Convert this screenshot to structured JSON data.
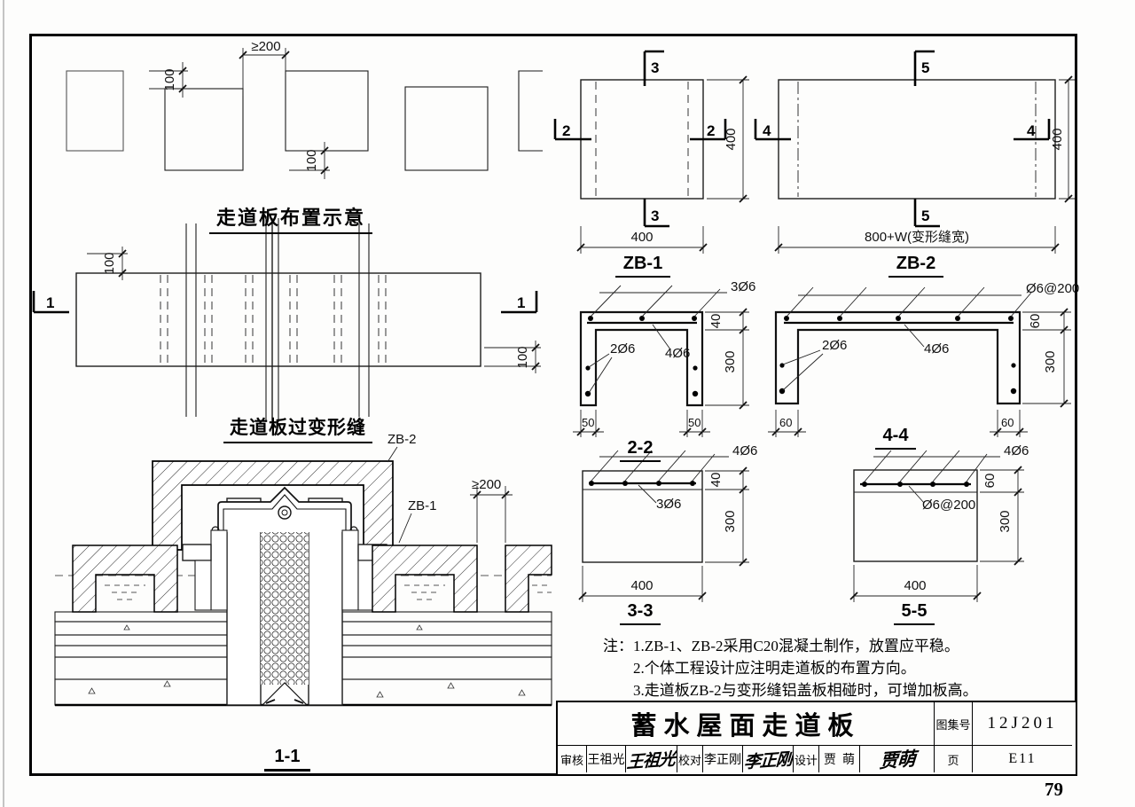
{
  "page": {
    "number": "79"
  },
  "plans": {
    "layout": {
      "title": "走道板布置示意",
      "dim_gap": "≥200",
      "dim_offset": "100"
    },
    "joint": {
      "title": "走道板过变形缝",
      "mark": "1",
      "dim_offset": "100"
    },
    "zb1": {
      "title": "ZB-1",
      "mark_side": "2",
      "mark_end": "3",
      "dim_w": "400",
      "dim_h": "400"
    },
    "zb2": {
      "title": "ZB-2",
      "mark_side": "4",
      "mark_end": "5",
      "dim_w": "800+W(变形缝宽)",
      "dim_h": "400"
    }
  },
  "sections": {
    "s22": {
      "title": "2-2",
      "bar_top": "3Ø6",
      "bar_leg": "2Ø6",
      "bar_slab": "4Ø6",
      "dim_t": "40",
      "dim_h": "300",
      "dim_leg": "50"
    },
    "s44": {
      "title": "4-4",
      "bar_top": "Ø6@200",
      "bar_leg": "2Ø6",
      "bar_slab": "4Ø6",
      "dim_t": "60",
      "dim_h": "300",
      "dim_leg": "60"
    },
    "s33": {
      "title": "3-3",
      "bar_top": "4Ø6",
      "bar_slab": "3Ø6",
      "dim_t": "40",
      "dim_h": "300",
      "dim_w": "400"
    },
    "s55": {
      "title": "5-5",
      "bar_top": "4Ø6",
      "bar_slab": "Ø6@200",
      "dim_t": "60",
      "dim_h": "300",
      "dim_w": "400"
    },
    "s11": {
      "title": "1-1",
      "label_zb2": "ZB-2",
      "label_zb1": "ZB-1",
      "dim_gap": "≥200"
    }
  },
  "notes": {
    "prefix": "注：",
    "items": [
      "1.ZB-1、ZB-2采用C20混凝土制作，放置应平稳。",
      "2.个体工程设计应注明走道板的布置方向。",
      "3.走道板ZB-2与变形缝铝盖板相碰时，可增加板高。"
    ]
  },
  "titleblock": {
    "title": "蓄水屋面走道板",
    "atlas_label": "图集号",
    "atlas_no": "12J201",
    "page_label": "页",
    "page_no": "E11",
    "review_label": "审核",
    "review_name": "王祖光",
    "review_sig": "王祖光",
    "check_label": "校对",
    "check_name": "李正刚",
    "check_sig": "李正刚",
    "design_label": "设计",
    "design_name": "贾  萌",
    "design_sig": "贾萌"
  }
}
